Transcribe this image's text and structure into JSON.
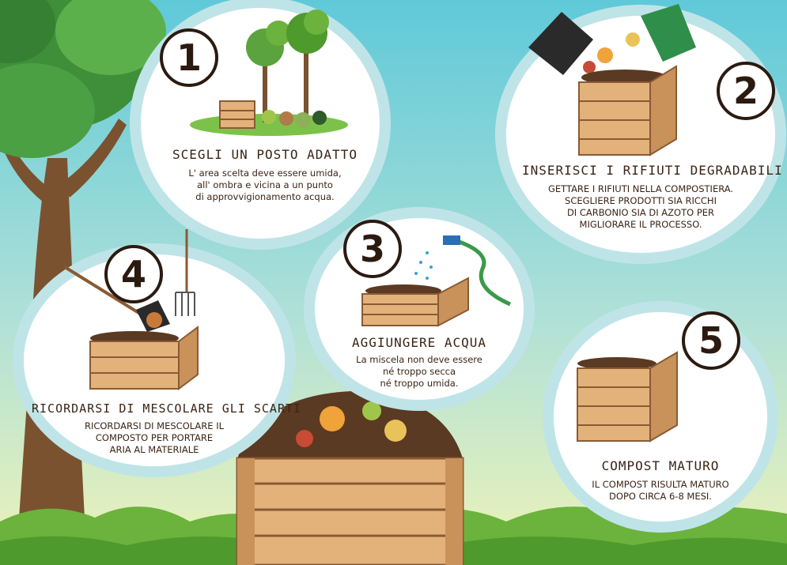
{
  "steps": [
    {
      "number": "1",
      "title": "SCEGLI UN POSTO ADATTO",
      "lines": [
        "L' area scelta deve essere umida,",
        "all' ombra e vicina a un punto",
        "di approvvigionamento acqua."
      ]
    },
    {
      "number": "2",
      "title": "INSERISCI I RIFIUTI DEGRADABILI",
      "lines": [
        "GETTARE I RIFIUTI NELLA COMPOSTIERA.",
        "SCEGLIERE PRODOTTI SIA RICCHI",
        "DI CARBONIO SIA DI AZOTO PER",
        "MIGLIORARE IL PROCESSO."
      ]
    },
    {
      "number": "3",
      "title": "AGGIUNGERE ACQUA",
      "lines": [
        "La miscela non deve essere",
        "né troppo secca",
        "né troppo umida."
      ]
    },
    {
      "number": "4",
      "title": "RICORDARSI DI MESCOLARE GLI SCARTI",
      "lines": [
        "RICORDARSI DI MESCOLARE IL",
        "COMPOSTO PER PORTARE",
        "ARIA AL MATERIALE"
      ]
    },
    {
      "number": "5",
      "title": "COMPOST MATURO",
      "lines": [
        "IL COMPOST RISULTA MATURO",
        "DOPO CIRCA 6-8 MESI."
      ]
    }
  ],
  "colors": {
    "sky_top": "#5fc9d9",
    "sky_bottom": "#eef3b8",
    "bubble_ring": "#bfe4e8",
    "wood": "#e3b27a",
    "wood_dark": "#8a5a34",
    "text": "#3a2416",
    "grass": "#6bb33c"
  }
}
